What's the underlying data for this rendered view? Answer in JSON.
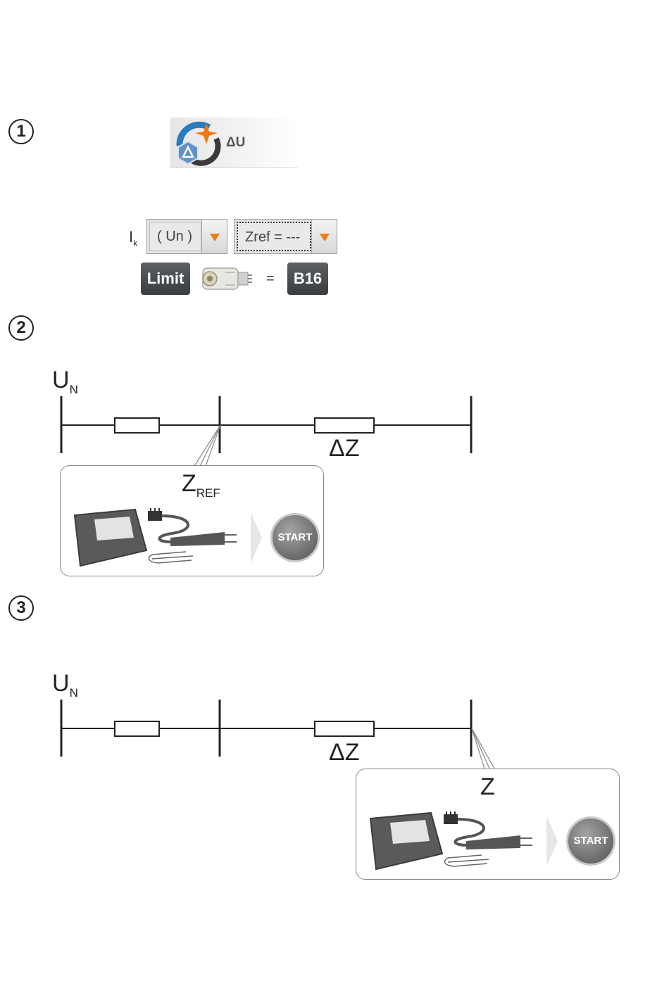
{
  "steps": [
    "1",
    "2",
    "3"
  ],
  "app_tile": {
    "label": "ΔU",
    "icon": "delta-u-measurement-icon"
  },
  "settings": {
    "ik_label_main": "I",
    "ik_label_sub": "k",
    "ik_value": "( Un )",
    "zref_value": "Zref = ---",
    "limit_label": "Limit",
    "equals": "=",
    "fuse_value": "B16",
    "fuse_icon": "fuse-icon",
    "arrow_color": "#f07a10"
  },
  "step2": {
    "source_label_main": "U",
    "source_label_sub": "N",
    "impedance_label": "ΔZ",
    "measure_label_main": "Z",
    "measure_label_sub": "REF",
    "start_label": "START",
    "meter_icon": "meter-with-plug-leads-icon"
  },
  "step3": {
    "source_label_main": "U",
    "source_label_sub": "N",
    "impedance_label": "ΔZ",
    "measure_label": "Z",
    "start_label": "START",
    "meter_icon": "meter-with-plug-leads-icon"
  }
}
